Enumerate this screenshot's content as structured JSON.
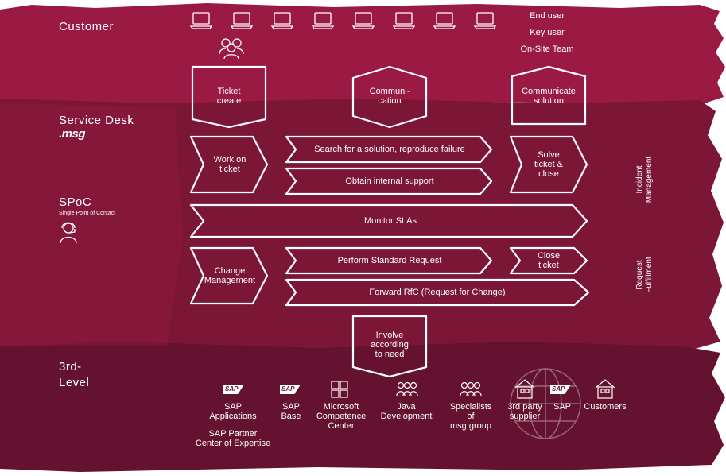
{
  "lanes": {
    "customer": "Customer",
    "service_desk": "Service Desk",
    "service_desk_logo": ".msg",
    "spoc": "SPoC",
    "spoc_sub": "Single Point of Contact",
    "third_level_1": "3rd-",
    "third_level_2": "Level"
  },
  "customer_roles": [
    "End user",
    "Key user",
    "On-Site Team"
  ],
  "steps": {
    "ticket_create": "Ticket\ncreate",
    "communication": "Communi-\ncation",
    "communicate_solution": "Communicate\nsolution",
    "work_on_ticket": "Work on\nticket",
    "search": "Search for a solution, reproduce failure",
    "internal_support": "Obtain internal support",
    "solve": "Solve\nticket &\nclose",
    "monitor": "Monitor SLAs",
    "change_mgmt": "Change\nManagement",
    "standard_request": "Perform Standard Request",
    "close_ticket": "Close\nticket",
    "forward_rfc": "Forward RfC (Request for Change)",
    "involve": "Involve\naccording\nto need"
  },
  "side_labels": {
    "incident": "Incident\nManagement",
    "request": "Request\nFulfillment"
  },
  "third_level": [
    {
      "label": "SAP\nApplications",
      "icon": "sap-logo-icon"
    },
    {
      "label": "SAP\nBase",
      "icon": "sap-logo-icon"
    },
    {
      "label": "Microsoft\nCompetence\nCenter",
      "icon": "windows-icon"
    },
    {
      "label": "Java\nDevelopment",
      "icon": "people-group-icon"
    },
    {
      "label": "Specialists\nof\nmsg group",
      "icon": "people-group-icon"
    },
    {
      "label": "3rd party\nsupplier",
      "icon": "house-icon"
    },
    {
      "label": "SAP",
      "icon": "sap-logo-icon"
    },
    {
      "label": "Customers",
      "icon": "house-icon"
    }
  ],
  "sap_partner": "SAP Partner\nCenter of Expertise",
  "sap_logo_text": "SAP",
  "colors": {
    "customer_band": "#9b1b45",
    "service_band": "#7d1637",
    "third_band": "#651230",
    "stroke": "#ffffff"
  }
}
